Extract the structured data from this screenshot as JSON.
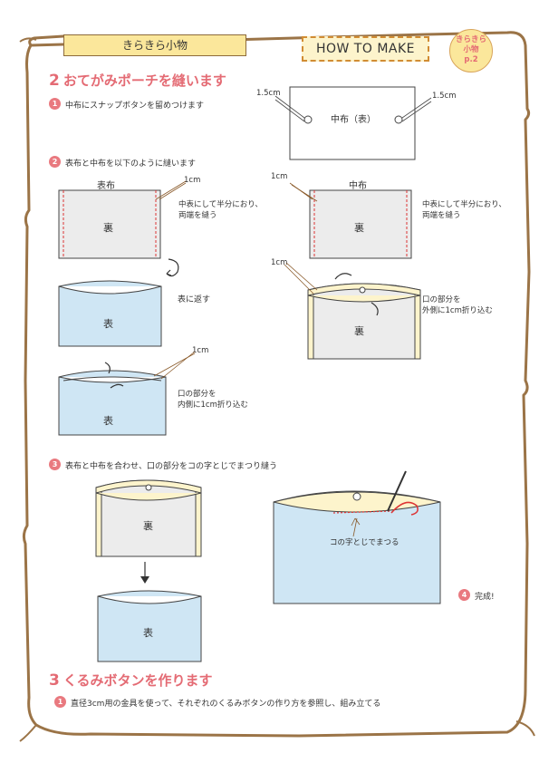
{
  "header": {
    "title": "きらきら小物",
    "how_to": "HOW TO MAKE",
    "badge_line1": "きらきら",
    "badge_line2": "小物",
    "badge_line3": "p.2"
  },
  "section2": {
    "digit": "2",
    "title": "おてがみポーチを縫います",
    "step1": {
      "num": "1",
      "text": "中布にスナップボタンを留めつけます"
    },
    "step1_fig": {
      "label": "中布（表）",
      "left_size": "1.5cm",
      "right_size": "1.5cm"
    },
    "step2": {
      "num": "2",
      "text": "表布と中布を以下のように縫います"
    },
    "outer": {
      "label": "表布",
      "size": "1cm",
      "back": "裏",
      "note_l1": "中表にして半分におり、",
      "note_l2": "両端を縫う",
      "turn_note": "表に返す",
      "front": "表",
      "fold_size": "1cm",
      "fold_l1": "口の部分を",
      "fold_l2": "内側に1cm折り込む",
      "front2": "表"
    },
    "lining": {
      "label": "中布",
      "size": "1cm",
      "back": "裏",
      "note_l1": "中表にして半分におり、",
      "note_l2": "両端を縫う",
      "fold_size": "1cm",
      "fold_l1": "口の部分を",
      "fold_l2": "外側に1cm折り込む",
      "back2": "裏"
    },
    "step3": {
      "num": "3",
      "text": "表布と中布を合わせ、口の部分をコの字とじでまつり縫う"
    },
    "step3_fig": {
      "back": "裏",
      "front": "表",
      "stitch_note": "コの字とじでまつる"
    },
    "step4": {
      "num": "4",
      "text": "完成!"
    }
  },
  "section3": {
    "digit": "3",
    "title": "くるみボタンを作ります",
    "step1": {
      "num": "1",
      "text": "直径3cm用の金具を使って、それぞれのくるみボタンの作り方を参照し、組み立てる"
    }
  }
}
